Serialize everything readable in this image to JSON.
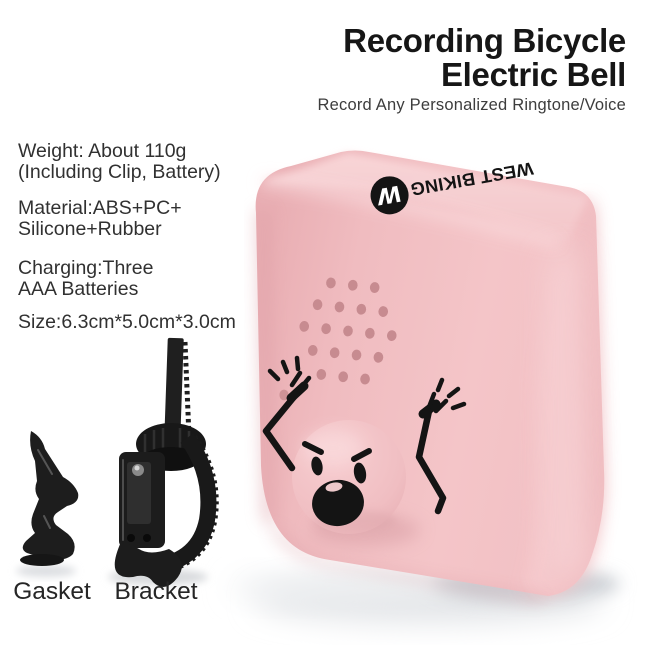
{
  "header": {
    "title_line1": "Recording Bicycle",
    "title_line2": "Electric Bell",
    "subtitle": "Record Any Personalized Ringtone/Voice"
  },
  "specs": [
    {
      "lines": [
        "Weight: About 110g",
        "(Including Clip, Battery)"
      ]
    },
    {
      "lines": [
        "Material:ABS+PC+",
        "Silicone+Rubber"
      ]
    },
    {
      "lines": [
        "Charging:Three",
        "AAA Batteries"
      ]
    },
    {
      "lines": [
        "Size:6.3cm*5.0cm*3.0cm"
      ]
    }
  ],
  "product": {
    "brand": "WEST BIKING",
    "brand_monogram": "W",
    "body_color": "#f2c0c3",
    "body_color_dark": "#e9aeb3",
    "body_color_light": "#f8d3d6",
    "speaker_hole_color": "#c78b90",
    "ink_color": "#141414"
  },
  "accessories": [
    {
      "label": "Gasket"
    },
    {
      "label": "Bracket"
    }
  ],
  "background_color": "#ffffff"
}
